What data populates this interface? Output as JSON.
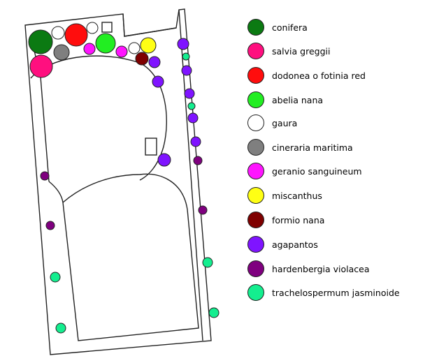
{
  "plants": [
    {
      "id": "conifera",
      "label": "conifera",
      "color": "#0b7a12"
    },
    {
      "id": "salvia",
      "label": "salvia greggii",
      "color": "#ff0f7f"
    },
    {
      "id": "dodonea",
      "label": "dodonea o fotinia red",
      "color": "#ff0d0d"
    },
    {
      "id": "abelia",
      "label": "abelia nana",
      "color": "#22ee22"
    },
    {
      "id": "gaura",
      "label": "gaura",
      "color": "#ffffff"
    },
    {
      "id": "cineraria",
      "label": "cineraria maritima",
      "color": "#7f7f7f"
    },
    {
      "id": "geranio",
      "label": "geranio sanguineum",
      "color": "#ff14ff"
    },
    {
      "id": "miscanthus",
      "label": "miscanthus",
      "color": "#ffff14"
    },
    {
      "id": "formio",
      "label": "formio nana",
      "color": "#7f0000"
    },
    {
      "id": "agapantos",
      "label": "agapantos",
      "color": "#7f14ff"
    },
    {
      "id": "hardenbergia",
      "label": "hardenbergia violacea",
      "color": "#7f007f"
    },
    {
      "id": "trachelospermum",
      "label": "trachelospermum jasminoide",
      "color": "#14ee8f"
    }
  ]
}
